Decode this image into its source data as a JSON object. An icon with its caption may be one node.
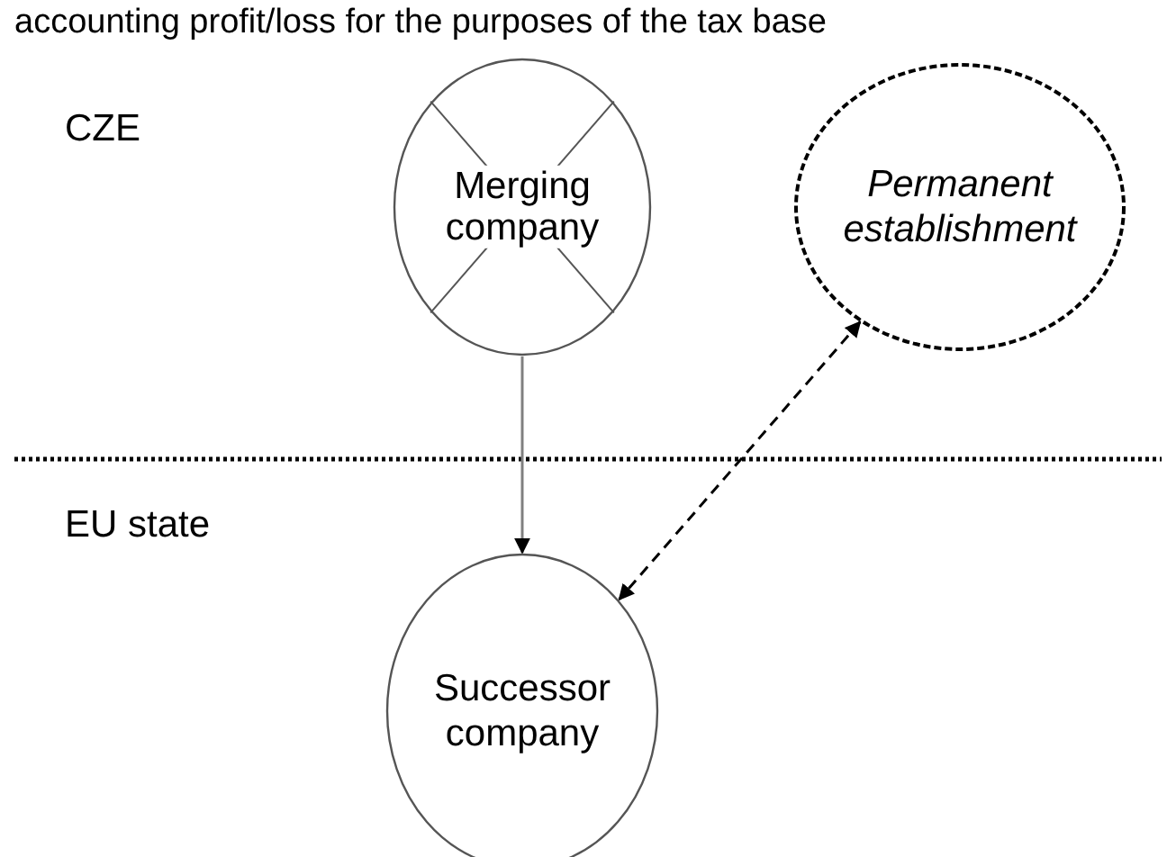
{
  "diagram": {
    "nodes": [
      {
        "text": [
          "Merging company"
        ]
      },
      {
        "text": [
          "Permanent establishment"
        ]
      },
      {
        "text": [
          "Successor company"
        ]
      }
    ],
    "edges": [
      {
        "from": 0,
        "to": 2,
        "arrow": "to",
        "color": "#808080"
      },
      {
        "from": 1,
        "to": 2,
        "arrow": "both",
        "style": "dashed",
        "color": "#000000"
      }
    ],
    "labels": [
      "accounting profit/loss for the purposes of the tax base",
      "CZE",
      "EU state"
    ]
  }
}
